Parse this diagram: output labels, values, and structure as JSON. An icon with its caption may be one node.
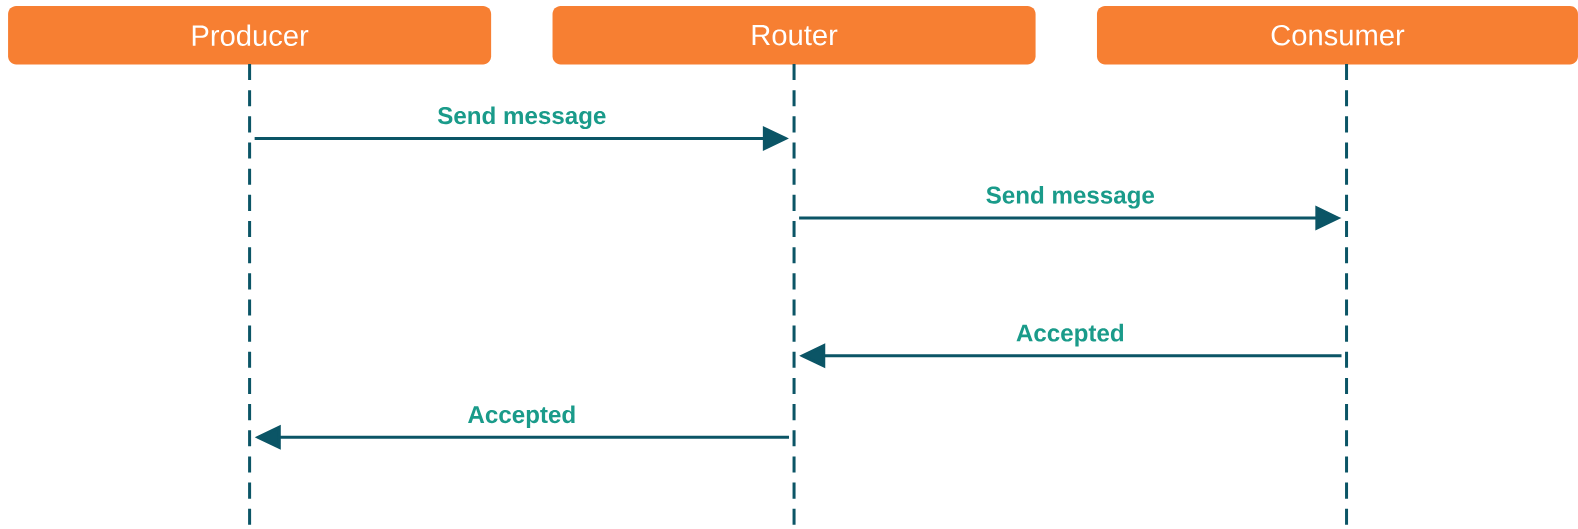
{
  "diagram": {
    "nodes": [
      {
        "text": [
          "Producer"
        ]
      },
      {
        "text": [
          "Router"
        ]
      },
      {
        "text": [
          "Consumer"
        ]
      },
      {
        "text": [],
        "shape": "lifeline"
      },
      {
        "text": [],
        "shape": "lifeline"
      },
      {
        "text": [],
        "shape": "lifeline"
      }
    ],
    "edges": [
      {
        "from": 3,
        "to": 4,
        "arrow": "to",
        "label": "Send message"
      },
      {
        "from": 4,
        "to": 5,
        "arrow": "to",
        "label": "Send message"
      },
      {
        "from": 5,
        "to": 4,
        "arrow": "to",
        "label": "Accepted"
      },
      {
        "from": 4,
        "to": 3,
        "arrow": "to",
        "label": "Accepted"
      }
    ]
  }
}
